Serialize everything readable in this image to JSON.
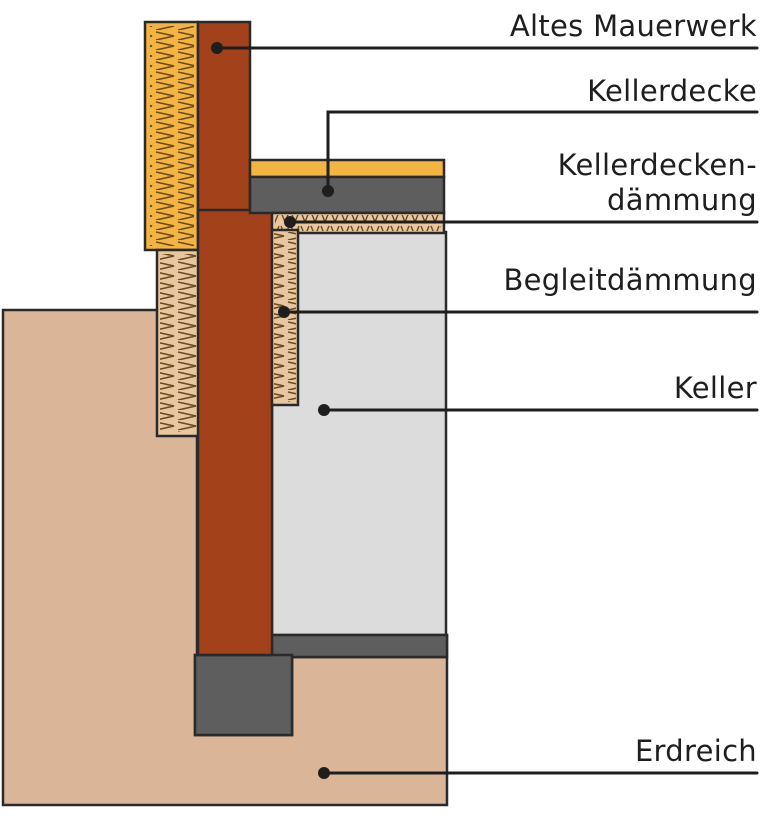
{
  "labels": {
    "altes_mauerwerk": "Altes Mauerwerk",
    "kellerdecke": "Kellerdecke",
    "kellerdeckendaemmung_line1": "Kellerdecken-",
    "kellerdeckendaemmung_line2": "dämmung",
    "begleitdaemmung": "Begleitdämmung",
    "keller": "Keller",
    "erdreich": "Erdreich"
  },
  "colors": {
    "masonry": "#a3411b",
    "insulation": "#f3b441",
    "insulation_light": "#e8c7a0",
    "concrete": "#5e5e5e",
    "cellar_air": "#dcdcdc",
    "soil": "#dbb597",
    "ink": "#1e1e1e"
  }
}
